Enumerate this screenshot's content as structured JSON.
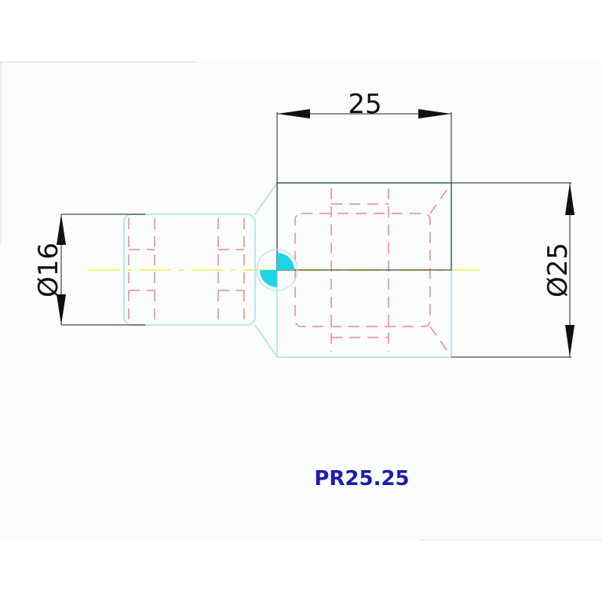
{
  "dimensions": {
    "length": "25",
    "small_diameter": "Ø16",
    "large_diameter": "Ø25"
  },
  "part_code": "PR25.25",
  "colors": {
    "sheet": "#fafdfb",
    "outline": "#b9e8ef",
    "hidden": "#e88a8a",
    "center": "#f7f07a",
    "dimension": "#222222",
    "label": "#1c1cae",
    "marker": "#1ed3e6"
  }
}
